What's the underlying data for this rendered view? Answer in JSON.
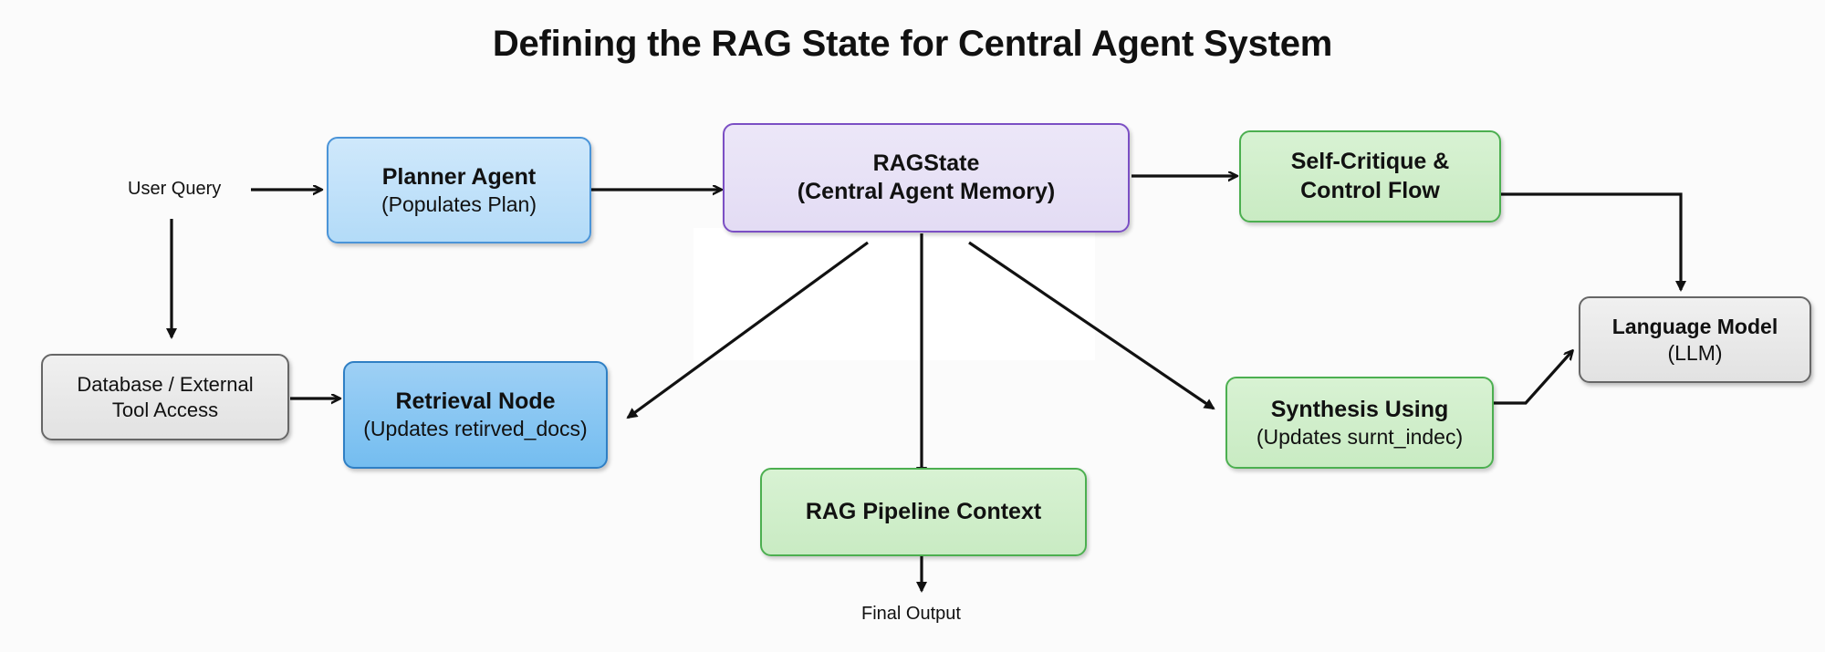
{
  "title": "Defining the RAG State for Central Agent System",
  "diagram": {
    "type": "flowchart",
    "labels": {
      "user_query": "User Query",
      "final_output": "Final Output"
    },
    "nodes": [
      {
        "id": "planner-agent",
        "line1": "Planner Agent",
        "line2": "(Populates Plan)",
        "color": "#b3dbf8",
        "border": "#4a94d8"
      },
      {
        "id": "ragstate",
        "line1": "RAGState",
        "line2": "(Central Agent Memory)",
        "color": "#e3dcf4",
        "border": "#7b4fc4"
      },
      {
        "id": "self-critique",
        "line1": "Self-Critique &",
        "line2": "Control Flow",
        "color": "#c9ebc3",
        "border": "#4caf50"
      },
      {
        "id": "language-model",
        "line1": "Language Model",
        "line2": "(LLM)",
        "color": "#e2e2e2",
        "border": "#666666"
      },
      {
        "id": "database-external",
        "line1": "Database / External",
        "line2": "Tool Access",
        "color": "#e2e2e2",
        "border": "#666666"
      },
      {
        "id": "retrieval-node",
        "line1": "Retrieval Node",
        "line2": "(Updates retirved_docs)",
        "color": "#74bdf0",
        "border": "#2f7fc4"
      },
      {
        "id": "synthesis",
        "line1": "Synthesis Using",
        "line2": "(Updates surnt_indec)",
        "color": "#c9ebc3",
        "border": "#4caf50"
      },
      {
        "id": "rag-pipeline-context",
        "line1": "RAG Pipeline Context",
        "line2": "",
        "color": "#c9ebc3",
        "border": "#4caf50"
      }
    ],
    "edges": [
      {
        "from": "user-query",
        "to": "planner-agent"
      },
      {
        "from": "user-query",
        "to": "database-external"
      },
      {
        "from": "planner-agent",
        "to": "ragstate"
      },
      {
        "from": "ragstate",
        "to": "self-critique"
      },
      {
        "from": "ragstate",
        "to": "retrieval-node"
      },
      {
        "from": "ragstate",
        "to": "rag-pipeline-context"
      },
      {
        "from": "ragstate",
        "to": "synthesis"
      },
      {
        "from": "self-critique",
        "to": "language-model"
      },
      {
        "from": "database-external",
        "to": "retrieval-node"
      },
      {
        "from": "synthesis",
        "to": "language-model"
      },
      {
        "from": "rag-pipeline-context",
        "to": "final-output"
      }
    ]
  }
}
